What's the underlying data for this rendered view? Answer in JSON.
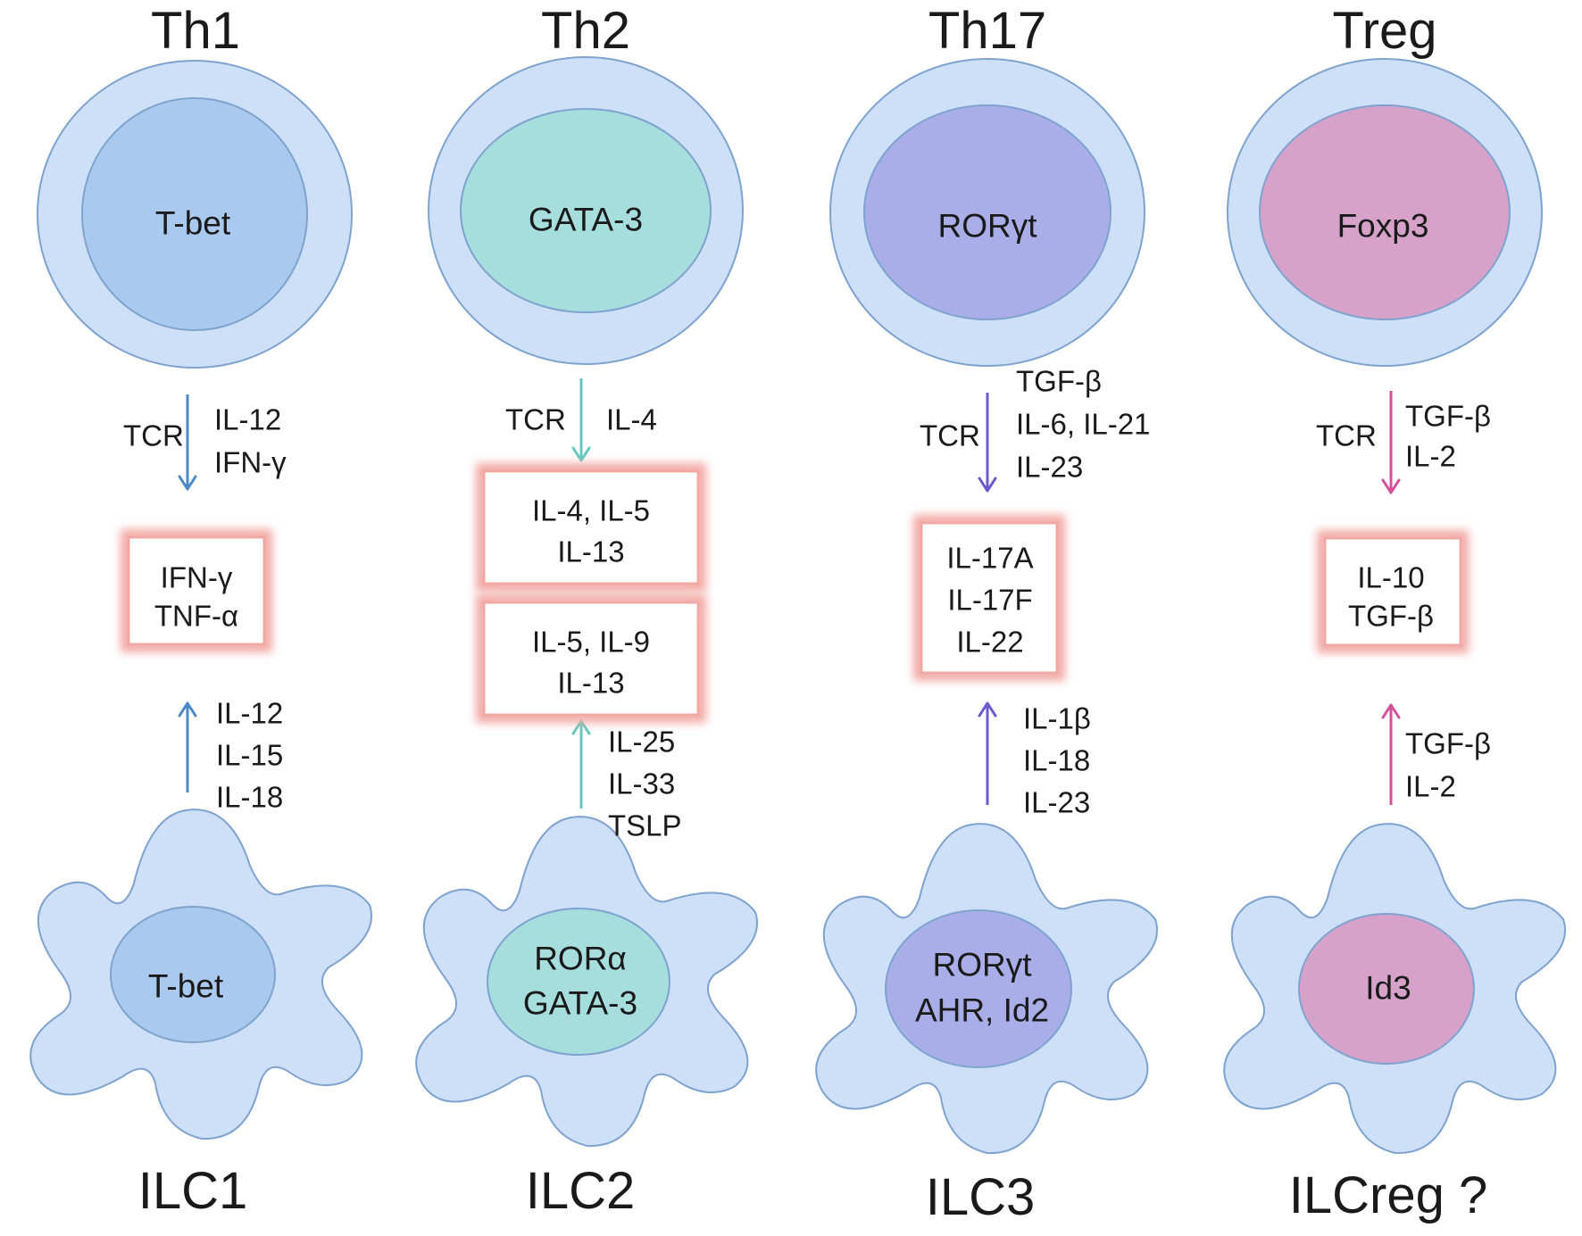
{
  "columns": [
    {
      "id": "th1",
      "color": "#4b8ac6",
      "t_cell": {
        "title": "Th1",
        "tf": "T-bet",
        "nucleus_color": "#a9c9ee"
      },
      "t_signals": {
        "tcr": "TCR",
        "cytokines": [
          "IL-12",
          "IFN-γ"
        ]
      },
      "box": {
        "lines": [
          "IFN-γ",
          "TNF-α"
        ]
      },
      "ilc_signals": {
        "cytokines": [
          "IL-12",
          "IL-15",
          "IL-18"
        ]
      },
      "ilc": {
        "title": "ILC1",
        "tf_lines": [
          "T-bet"
        ],
        "nucleus_color": "#a9c9ee"
      }
    },
    {
      "id": "th2",
      "color": "#63c9c0",
      "t_cell": {
        "title": "Th2",
        "tf": "GATA-3",
        "nucleus_color": "#a6dede"
      },
      "t_signals": {
        "tcr": "TCR",
        "cytokines": [
          "IL-4"
        ]
      },
      "boxes": [
        {
          "lines": [
            "IL-4, IL-5",
            "IL-13"
          ]
        },
        {
          "lines": [
            "IL-5, IL-9",
            "IL-13"
          ]
        }
      ],
      "ilc_signals": {
        "cytokines": [
          "IL-25",
          "IL-33",
          "TSLP"
        ]
      },
      "ilc": {
        "title": "ILC2",
        "tf_lines": [
          "RORα",
          "GATA-3"
        ],
        "nucleus_color": "#a6dede"
      }
    },
    {
      "id": "th17",
      "color": "#6a5acd",
      "t_cell": {
        "title": "Th17",
        "tf": "RORγt",
        "nucleus_color": "#aaaee8"
      },
      "t_signals": {
        "tcr": "TCR",
        "cytokines": [
          "TGF-β",
          "IL-6, IL-21",
          "IL-23"
        ]
      },
      "box": {
        "lines": [
          "IL-17A",
          "IL-17F",
          "IL-22"
        ]
      },
      "ilc_signals": {
        "cytokines": [
          "IL-1β",
          "IL-18",
          "IL-23"
        ]
      },
      "ilc": {
        "title": "ILC3",
        "tf_lines": [
          "RORγt",
          "AHR, Id2"
        ],
        "nucleus_color": "#aaaee8"
      }
    },
    {
      "id": "treg",
      "color": "#d34f9a",
      "t_cell": {
        "title": "Treg",
        "tf": "Foxp3",
        "nucleus_color": "#d6a2c9"
      },
      "t_signals": {
        "tcr": "TCR",
        "cytokines": [
          "TGF-β",
          "IL-2"
        ]
      },
      "box": {
        "lines": [
          "IL-10",
          "TGF-β"
        ]
      },
      "ilc_signals": {
        "cytokines": [
          "TGF-β",
          "IL-2"
        ]
      },
      "ilc": {
        "title": "ILCreg ?",
        "tf_lines": [
          "Id3"
        ],
        "nucleus_color": "#d6a2c9"
      }
    }
  ],
  "colors": {
    "cell_outer": "#cde0f7",
    "cell_outline": "#7fa3cf",
    "box_glow": "#f2a9a4"
  }
}
